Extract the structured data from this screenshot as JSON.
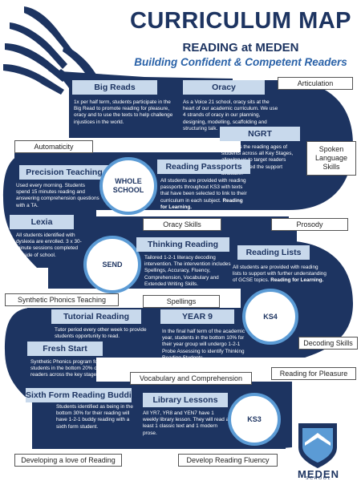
{
  "header": {
    "title": "CURRICULUM MAP",
    "subtitle": "READING at MEDEN",
    "tagline": "Building Confident & Competent Readers"
  },
  "sections": {
    "big_reads": {
      "title": "Big Reads",
      "text": "1x per half term, students participate in the Big Read to promote reading for pleasure, oracy and to use the texts to help challenge injustices in the world."
    },
    "oracy": {
      "title": "Oracy",
      "text": "As a Voice 21 school, oracy sits at the heart of our academic curriculum. We use 4 strands of oracy in our planning, designing, modelling, scaffolding and structuring talk."
    },
    "ngrt": {
      "title": "NGRT",
      "text": "Identifies the reading ages of students across all Key Stages, allowing us to target readers that most need the support available."
    },
    "precision_teaching": {
      "title": "Precision Teaching",
      "text": "Used every morning. Students spend 15 minutes reading and answering comprehension questions with a TA."
    },
    "reading_passports": {
      "title": "Reading Passports",
      "text": "All students are provided with reading passports throughout KS3 with texts that have been selected to link to their curriculum in each subject.",
      "bold": "Reading for Learning."
    },
    "lexia": {
      "title": "Lexia",
      "text": "All students identified with dyslexia are enrolled. 3 x 30-minute sessions completed outside of school."
    },
    "thinking_reading": {
      "title": "Thinking Reading",
      "text": "Tailored 1-2-1 literacy decoding intervention. The intervention includes Spellings, Accuracy, Fluency, Comprehension, Vocabulary and Extended Writing Skills."
    },
    "reading_lists": {
      "title": "Reading Lists",
      "text": "All students are provided with reading lists to support with further understanding of GCSE topics.",
      "bold": "Reading for Learning."
    },
    "tutorial_reading": {
      "title": "Tutorial Reading",
      "text": "Tutor period every other week to provide students opportunity to read."
    },
    "year9": {
      "title": "YEAR 9",
      "text": "In the final half term of the academic year, students in the bottom 10% for their year group will undergo 1-2-1 Probe Assessing to identify Thinking Reading Students."
    },
    "fresh_start": {
      "title": "Fresh Start",
      "text": "Synthetic Phonics program for students in the bottom 20% of readers across the key stage."
    },
    "sixth_form": {
      "title": "Sixth Form Reading Buddies",
      "text": "Students identified as being in the bottom 30% for their reading will have 1-2-1 buddy reading with a sixth form student."
    },
    "library_lessons": {
      "title": "Library Lessons",
      "text": "All YR7, YR8 and YEN7 have 1 weekly library lesson. They will read at least 1 classic text and 1 modern prose."
    }
  },
  "circles": {
    "whole_school": "WHOLE SCHOOL",
    "send": "SEND",
    "ks4": "KS4",
    "ks3": "KS3"
  },
  "labels": {
    "articulation": "Articulation",
    "automaticity": "Automaticity",
    "spoken_language": "Spoken Language Skills",
    "oracy_skills": "Oracy Skills",
    "prosody": "Prosody",
    "synthetic_phonics": "Synthetic Phonics Teaching",
    "spellings": "Spellings",
    "decoding": "Decoding Skills",
    "vocab": "Vocabulary and Comprehension",
    "reading_pleasure": "Reading for Pleasure",
    "love_reading": "Developing a love of Reading",
    "fluency": "Develop Reading Fluency"
  },
  "logo": {
    "name": "MEDEN",
    "sub": "SCHOOL"
  },
  "colors": {
    "navy": "#1d3461",
    "header_bg": "#c8d9ec",
    "accent_blue": "#5b9bd5",
    "tagline": "#2a62a8"
  }
}
